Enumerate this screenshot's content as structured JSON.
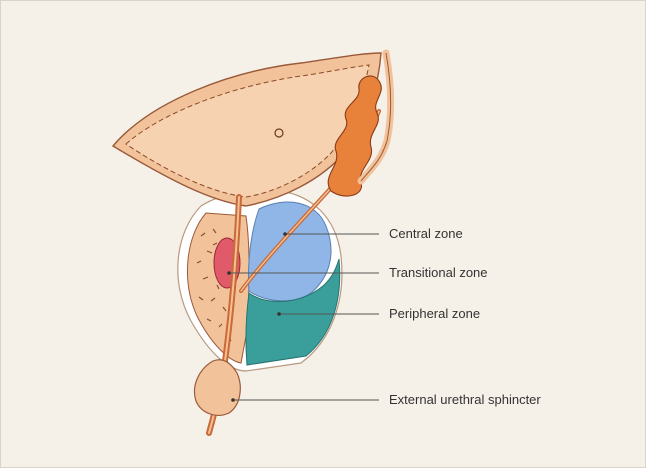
{
  "diagram": {
    "labels": {
      "central_zone": "Central zone",
      "transitional_zone": "Transitional zone",
      "peripheral_zone": "Peripheral zone",
      "external_urethral_sphincter": "External urethral sphincter"
    },
    "colors": {
      "background": "#f6f1e8",
      "tissue": "#f2c39a",
      "tissue_outline": "#9a5a3a",
      "central_zone": "#8fb6e6",
      "transitional_zone": "#e05a6a",
      "peripheral_zone": "#3a9e9a",
      "seminal_vesicle": "#e8823a",
      "capsule": "#ffffff",
      "leader_line": "#555555"
    }
  }
}
